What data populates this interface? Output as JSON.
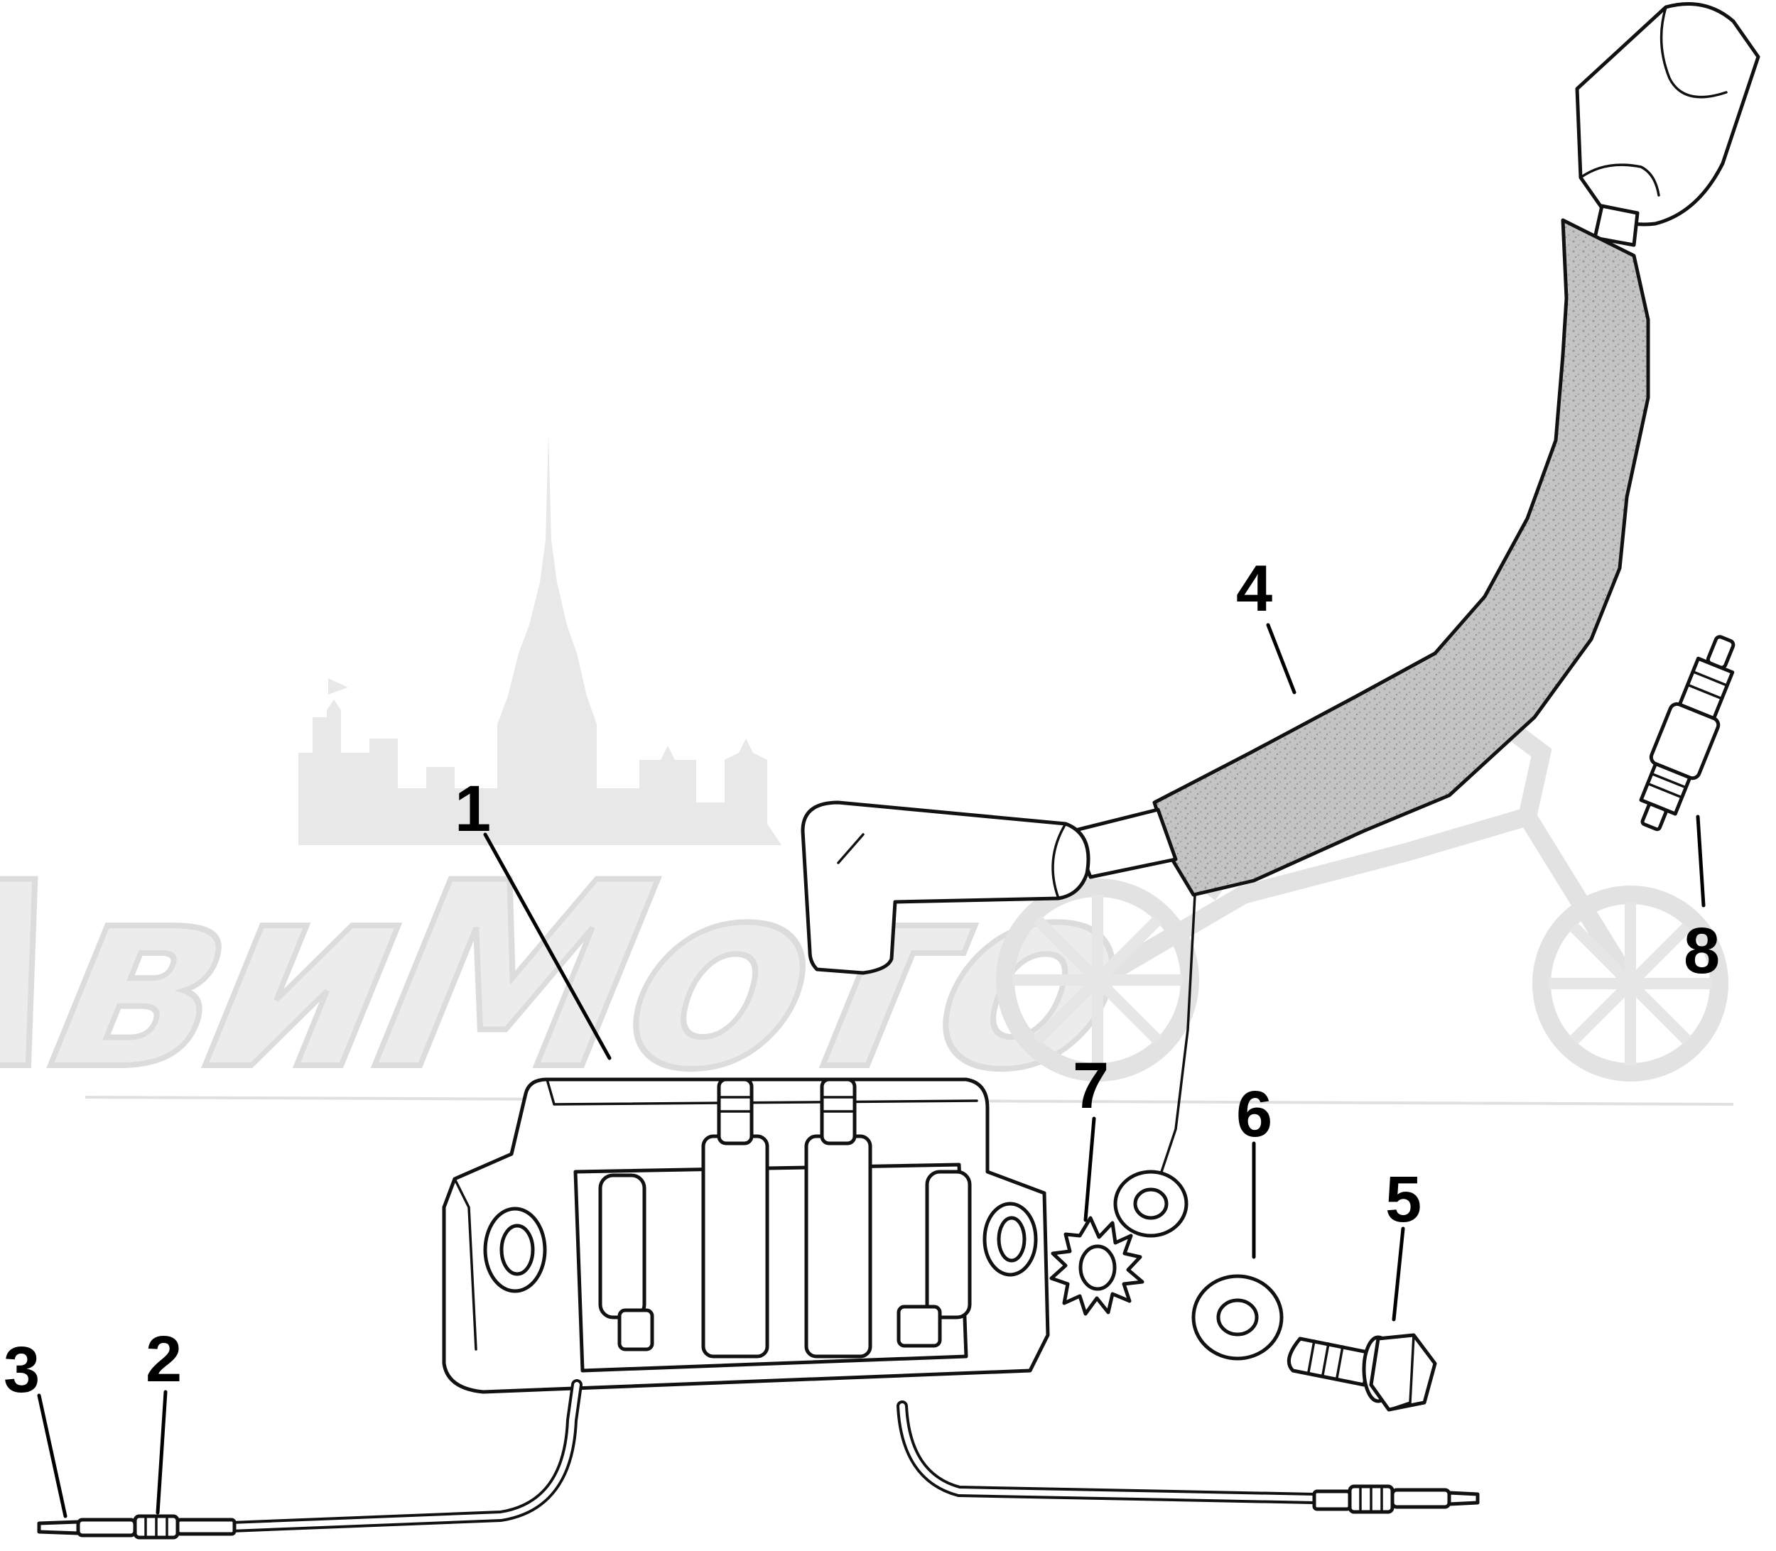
{
  "watermark": {
    "text": "АвиМото"
  },
  "callouts": [
    {
      "id": "1",
      "label": "1"
    },
    {
      "id": "2",
      "label": "2"
    },
    {
      "id": "3",
      "label": "3"
    },
    {
      "id": "4",
      "label": "4"
    },
    {
      "id": "5",
      "label": "5"
    },
    {
      "id": "6",
      "label": "6"
    },
    {
      "id": "7",
      "label": "7"
    },
    {
      "id": "8",
      "label": "8"
    }
  ],
  "colors": {
    "line": "#000000",
    "background": "#ffffff",
    "watermark": "#e6e6e6",
    "sleeve": "#bdbdbd"
  }
}
